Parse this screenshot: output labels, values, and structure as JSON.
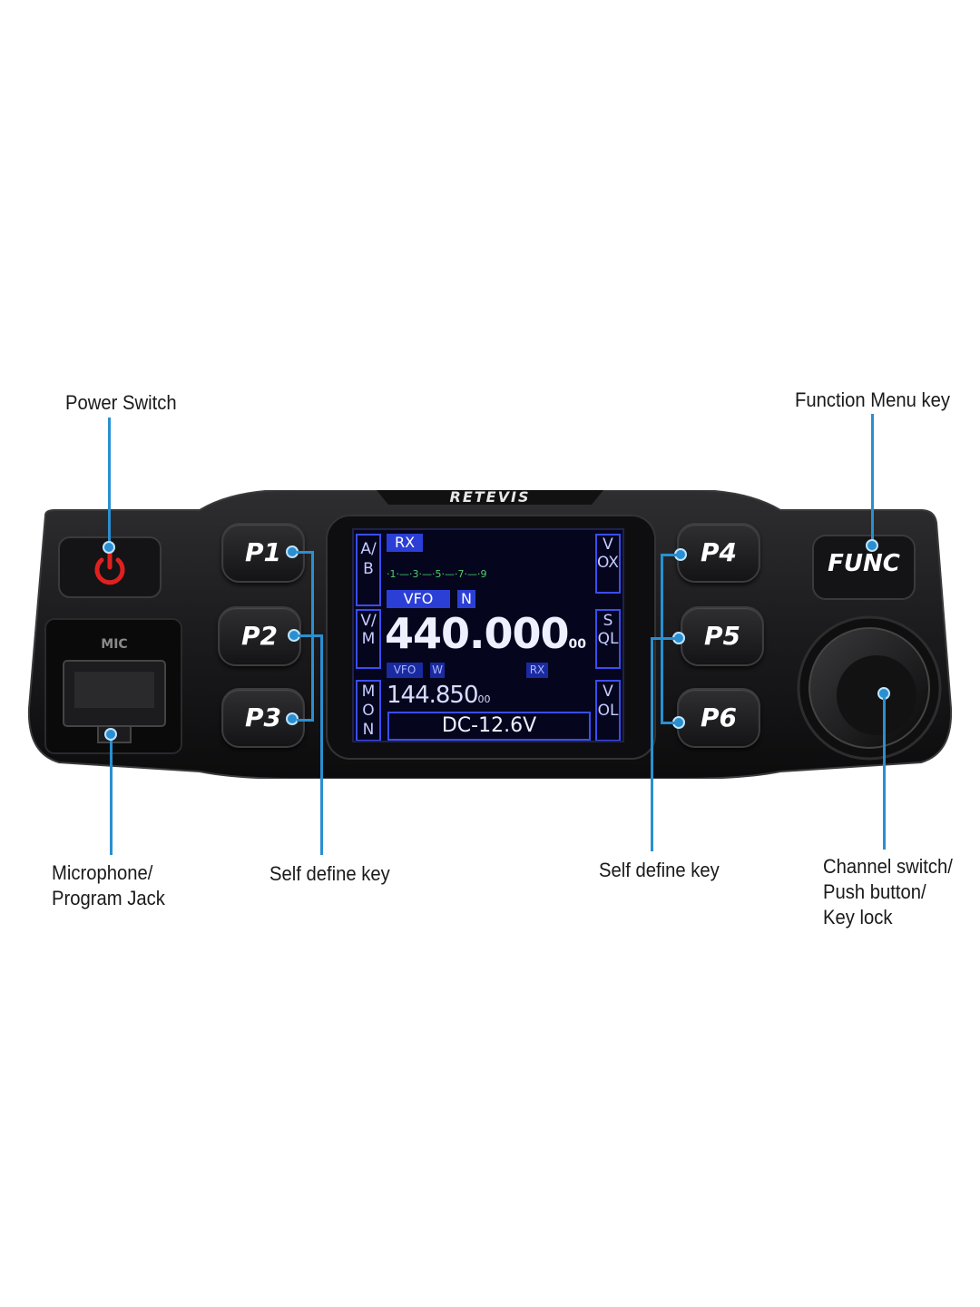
{
  "callouts": {
    "power_switch": "Power Switch",
    "function_menu_key": "Function Menu key",
    "mic_jack_line1": "Microphone/",
    "mic_jack_line2": "Program  Jack",
    "self_define_left": "Self define key",
    "self_define_right": "Self define key",
    "channel_line1": "Channel switch/",
    "channel_line2": "Push button/",
    "channel_line3": "Key lock"
  },
  "radio": {
    "brand": "RETEVIS",
    "mic_label": "MIC",
    "func_label": "FUNC",
    "keys": {
      "p1": "P1",
      "p2": "P2",
      "p3": "P3",
      "p4": "P4",
      "p5": "P5",
      "p6": "P6"
    }
  },
  "display": {
    "side_left_top": "A/B",
    "side_left_mid": "V/M",
    "side_left_bot": "MON",
    "side_right_top": "VOX",
    "side_right_mid": "SQL",
    "side_right_bot": "VOL",
    "rx_badge": "RX",
    "signal_scale": "·1·—·3·—·5·—·7·—·9",
    "vfo_badge": "VFO",
    "narrow_badge": "N",
    "main_freq": "440.000",
    "main_freq_suffix": "00",
    "sub_vfo": "VFO",
    "sub_wide": "W",
    "sub_rx": "RX",
    "sub_freq": "144.850",
    "sub_freq_suffix": "00",
    "voltage": "DC-12.6V"
  },
  "colors": {
    "accent_line": "#2a8fd0",
    "power_icon": "#e02020",
    "lcd_bg": "#05061e",
    "lcd_badge": "#2b3fd6",
    "lcd_text": "#eef0ff"
  }
}
